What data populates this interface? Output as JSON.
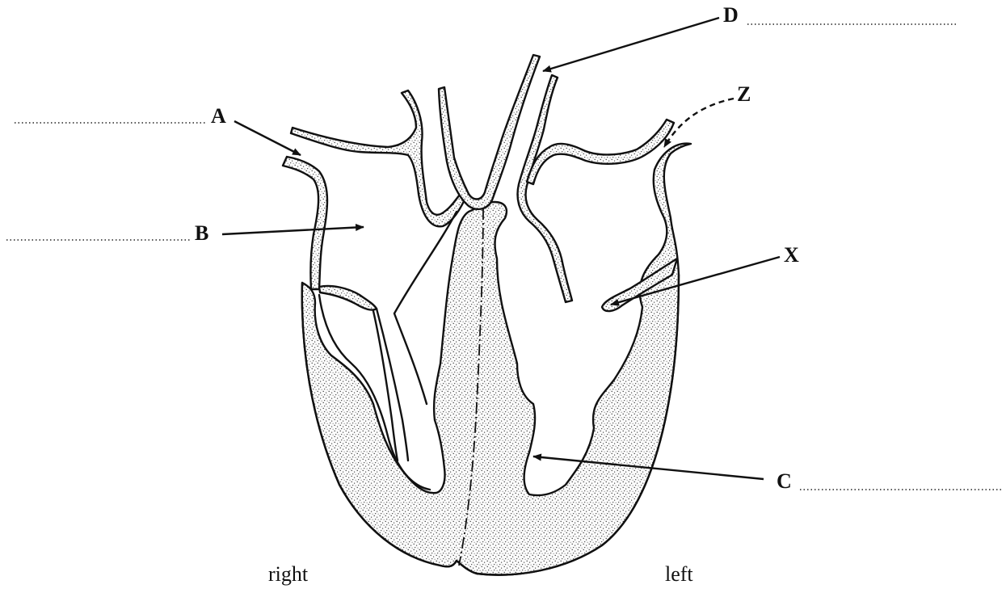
{
  "labels": {
    "A": "A",
    "B": "B",
    "C": "C",
    "D": "D",
    "X": "X",
    "Z": "Z"
  },
  "sides": {
    "right": "right",
    "left": "left"
  }
}
